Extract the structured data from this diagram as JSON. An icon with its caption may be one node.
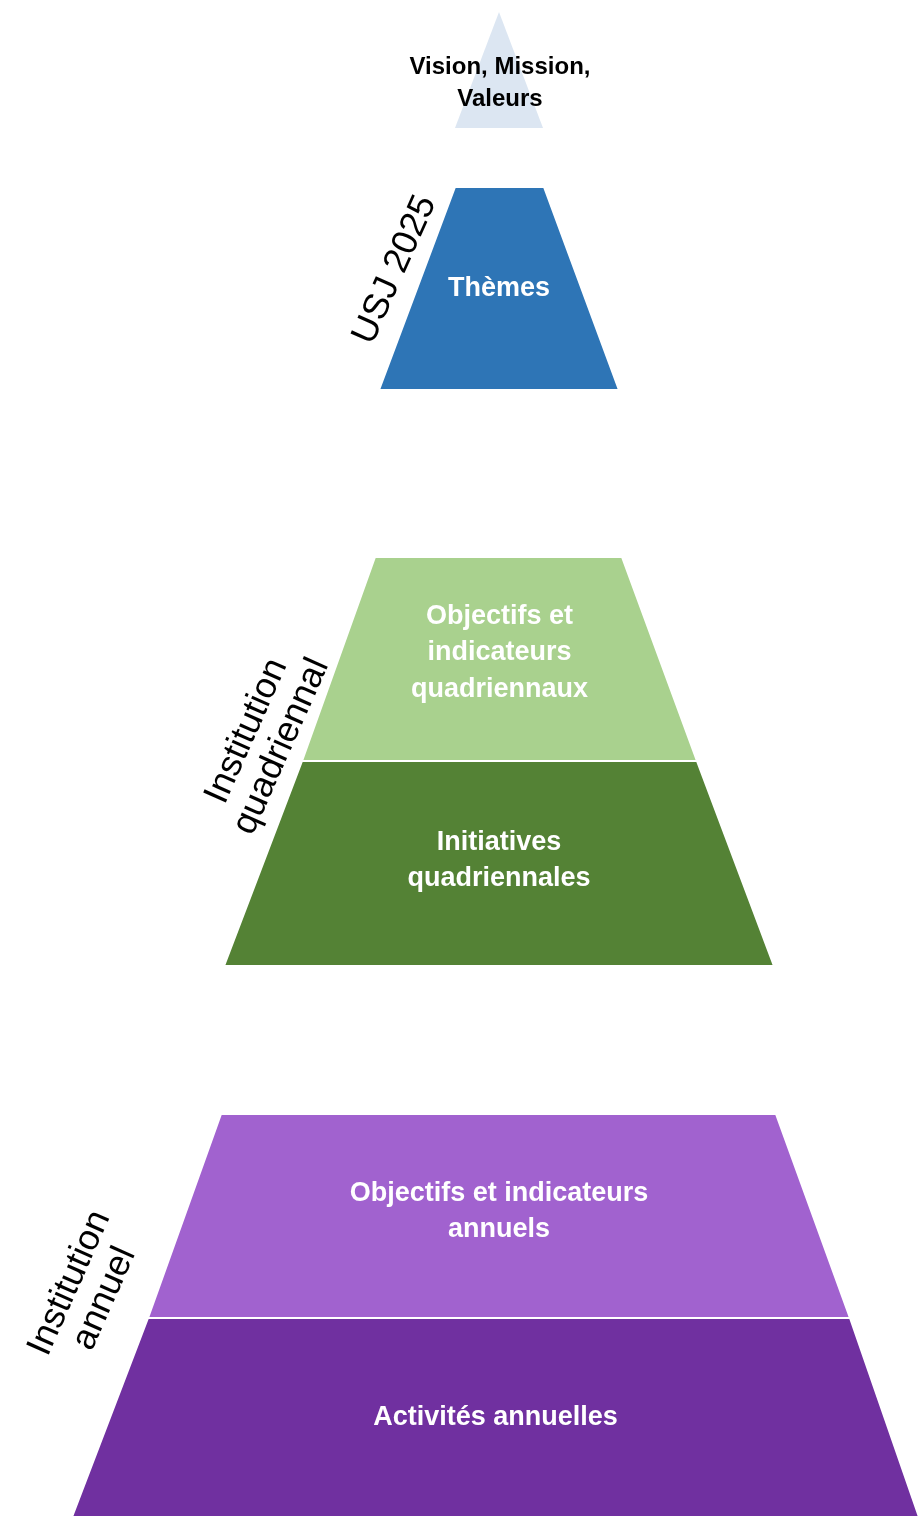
{
  "diagram": {
    "nodes": [
      {
        "text": [
          "Vision, Mission, Valeurs"
        ]
      },
      {
        "text": [
          "Thèmes"
        ]
      },
      {
        "text": [
          "Objectifs et indicateurs quadriennaux"
        ]
      },
      {
        "text": [
          "Initiatives quadriennales"
        ]
      },
      {
        "text": [
          "Objectifs et indicateurs annuels"
        ]
      },
      {
        "text": [
          "Activités annuelles"
        ]
      }
    ],
    "labels": [
      "USJ 2025",
      "Institution quadriennal",
      "Institution annuel"
    ]
  }
}
